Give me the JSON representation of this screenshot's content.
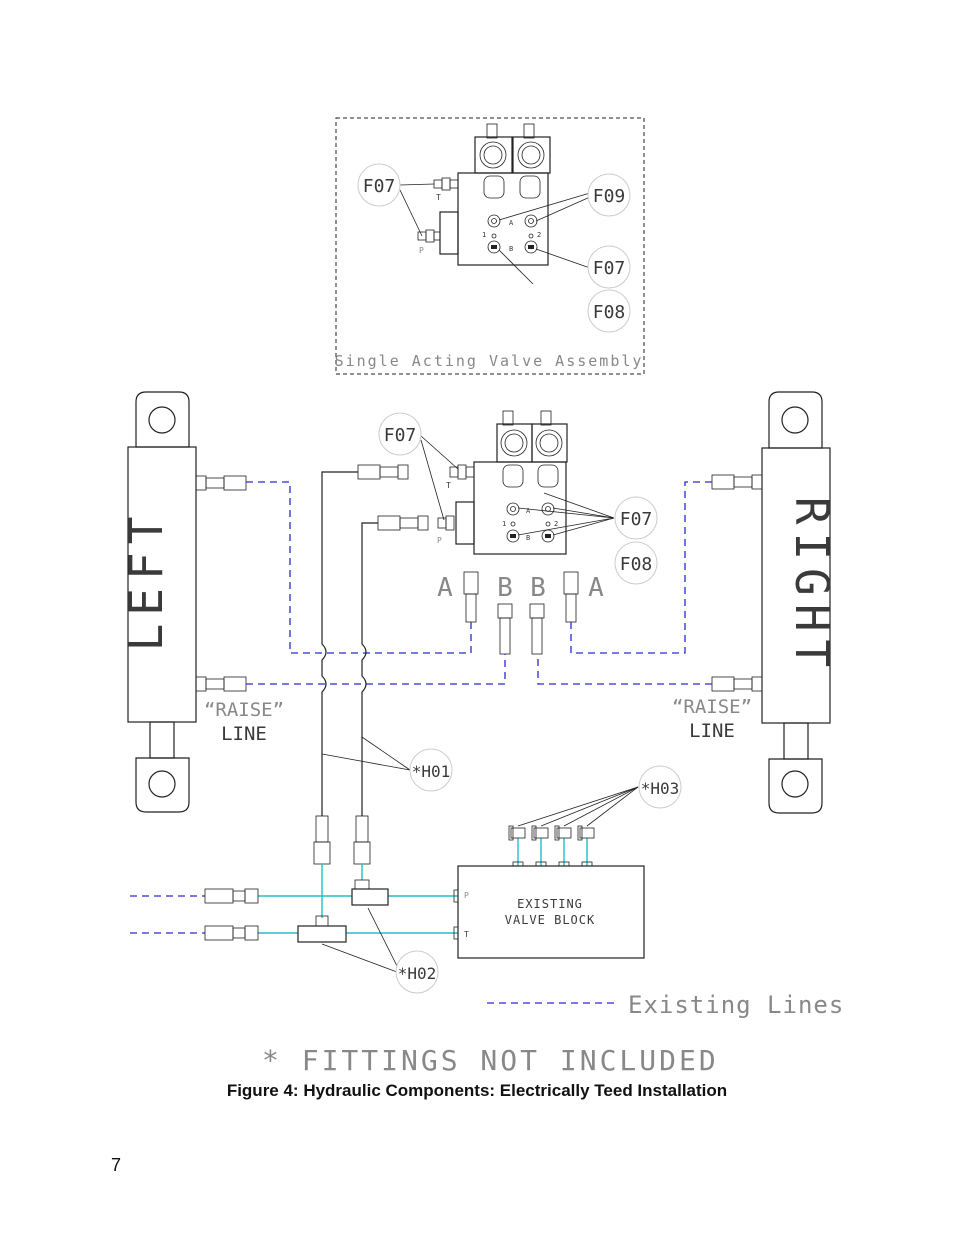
{
  "inset": {
    "title": "Single Acting Valve Assembly",
    "callouts": [
      "F07",
      "F09",
      "F07",
      "F08"
    ],
    "port_labels": {
      "t": "T",
      "p": "P",
      "a": "A",
      "b": "B",
      "one": "1",
      "two": "2"
    }
  },
  "main": {
    "left_cylinder": "LEFT",
    "right_cylinder": "RIGHT",
    "left_raise_line": [
      "“RAISE”",
      "LINE"
    ],
    "right_raise_line": [
      "“RAISE”",
      "LINE"
    ],
    "valve_callouts": [
      "F07",
      "F07",
      "F08"
    ],
    "valve_port_labels": {
      "t": "T",
      "p": "P",
      "a": "A",
      "b": "B",
      "one": "1",
      "two": "2"
    },
    "work_ports": [
      "A",
      "B",
      "B",
      "A"
    ],
    "hose_callouts": [
      "*H01",
      "*H02",
      "*H03"
    ],
    "existing_valve_block": [
      "EXISTING",
      "VALVE BLOCK"
    ],
    "existing_block_ports": [
      "P",
      "T"
    ],
    "legend": "Existing Lines",
    "note": "* FITTINGS NOT INCLUDED"
  },
  "caption": "Figure 4: Hydraulic Components: Electrically Teed Installation",
  "page_number": "7",
  "colors": {
    "new_lines": "#20c0d0",
    "existing_lines": "#2a2ad0",
    "drawing": "#222222"
  }
}
